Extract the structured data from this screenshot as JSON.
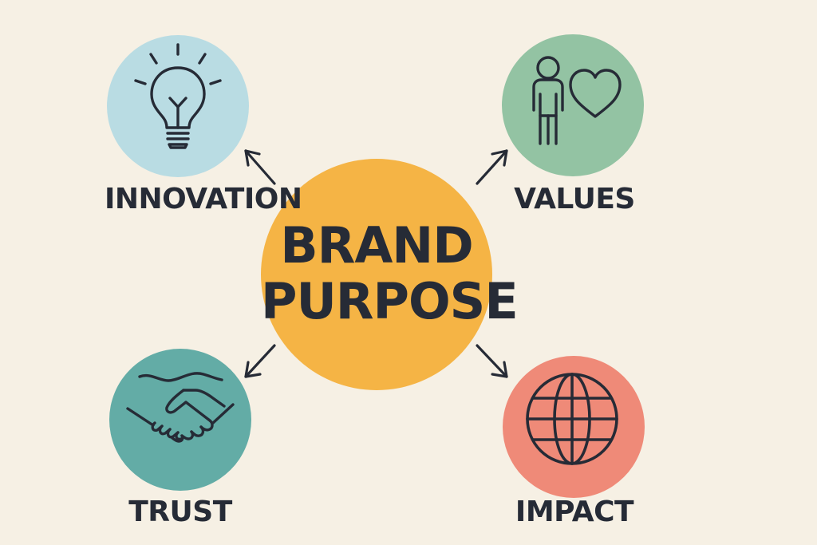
{
  "center": {
    "line1": "BRAND",
    "line2": "PURPOSE",
    "color": "#f5b445"
  },
  "nodes": [
    {
      "id": "innovation",
      "label": "INNOVATION",
      "icon": "lightbulb-icon",
      "color": "#b9dce3"
    },
    {
      "id": "values",
      "label": "VALUES",
      "icon": "person-heart-icon",
      "color": "#93c3a3"
    },
    {
      "id": "trust",
      "label": "TRUST",
      "icon": "handshake-icon",
      "color": "#63aca6"
    },
    {
      "id": "impact",
      "label": "IMPACT",
      "icon": "globe-icon",
      "color": "#ef8a78"
    }
  ],
  "colors": {
    "background": "#f6f0e4",
    "ink": "#262b36"
  }
}
